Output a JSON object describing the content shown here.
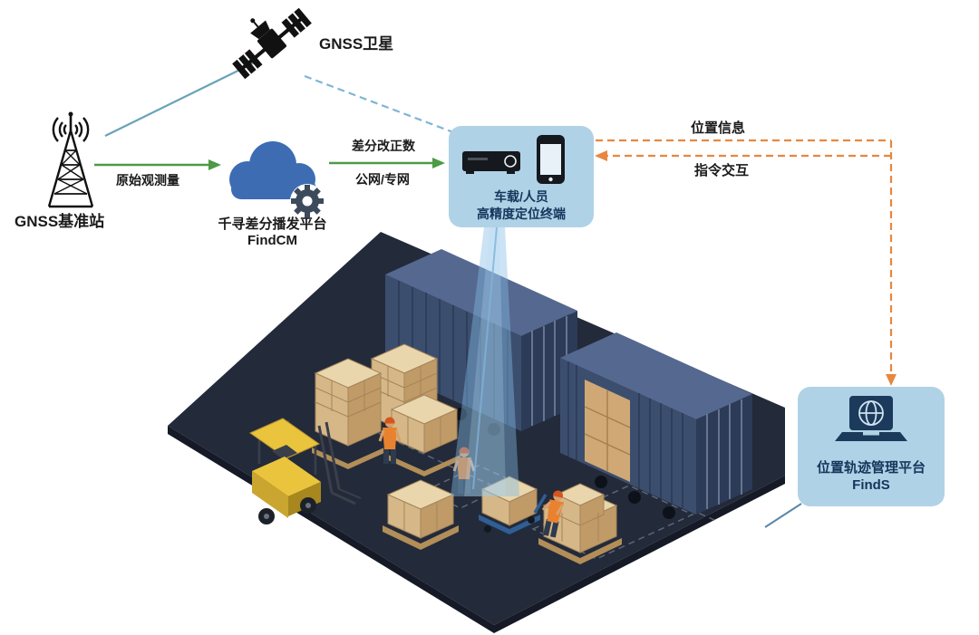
{
  "labels": {
    "satellite": "GNSS卫星",
    "base_station": "GNSS基准站",
    "raw_observation": "原始观测量",
    "diff_correction": "差分改正数",
    "network": "公网/专网",
    "cloud_platform_name": "千寻差分播发平台",
    "cloud_platform_product": "FindCM",
    "terminal_line1": "车载/人员",
    "terminal_line2": "高精度定位终端",
    "position_info": "位置信息",
    "command_interaction": "指令交互",
    "platform_name": "位置轨迹管理平台",
    "platform_product": "FindS"
  },
  "colors": {
    "bubble_blue": "#b0d2e6",
    "cloud_blue": "#3d6cb3",
    "gear_gray": "#3c4a5c",
    "green_arrow": "#4e9a47",
    "orange_arrow": "#e8873f",
    "dark_blue_text": "#14365c",
    "satellite_link_teal": "#6aa3b8",
    "satellite_link_dashed": "#7fb5d6",
    "beam_blue": "#83bde4",
    "floor_navy": "#232a3a",
    "container_blue": "#3c4e6e",
    "box_tan": "#d6b888",
    "forklift_yellow": "#e9c43c"
  }
}
